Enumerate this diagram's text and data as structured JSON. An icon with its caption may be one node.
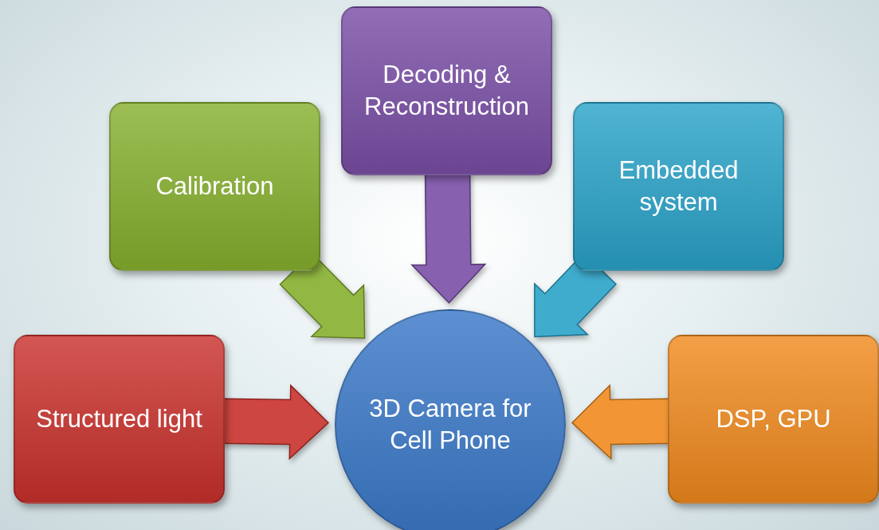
{
  "diagram": {
    "nodes": [
      {
        "text": [
          "Structured light"
        ]
      },
      {
        "text": [
          "Calibration"
        ]
      },
      {
        "text": [
          "Decoding & Reconstruction"
        ]
      },
      {
        "text": [
          "Embedded system"
        ]
      },
      {
        "text": [
          "DSP, GPU"
        ]
      },
      {
        "text": [
          "3D Camera for Cell Phone"
        ]
      }
    ],
    "edges": [
      {
        "from": 0,
        "to": 5,
        "arrow": "to",
        "color": "#c9312c"
      },
      {
        "from": 1,
        "to": 5,
        "arrow": "to",
        "color": "#86b02e"
      },
      {
        "from": 2,
        "to": 5,
        "arrow": "to",
        "color": "#7a4ea6"
      },
      {
        "from": 3,
        "to": 5,
        "arrow": "to",
        "color": "#2aa3c9"
      },
      {
        "from": 4,
        "to": 5,
        "arrow": "to",
        "color": "#f08a1e"
      }
    ]
  }
}
